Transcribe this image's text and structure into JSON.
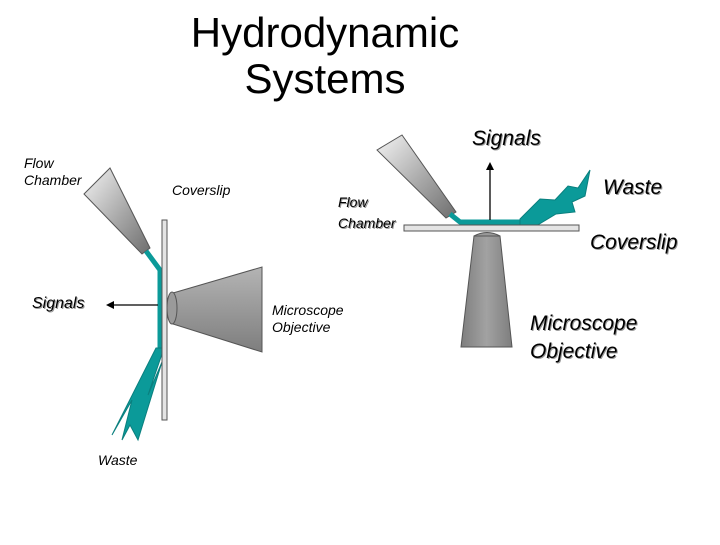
{
  "title": {
    "line1": "Hydrodynamic",
    "line2": "Systems"
  },
  "left": {
    "flow_chamber": {
      "line1": "Flow",
      "line2": "Chamber"
    },
    "coverslip": "Coverslip",
    "signals": "Signals",
    "microscope_objective": {
      "line1": "Microscope",
      "line2": "Objective"
    },
    "waste": "Waste"
  },
  "right": {
    "signals": "Signals",
    "flow_chamber": {
      "line1": "Flow",
      "line2": "Chamber"
    },
    "waste": "Waste",
    "coverslip": "Coverslip",
    "microscope_objective": {
      "line1": "Microscope",
      "line2": "Objective"
    }
  },
  "colors": {
    "teal": "#0b9a99",
    "gray": "#8c8c8c",
    "light_gray": "#bcbcbc",
    "coverslip": "#e4e4e4"
  }
}
